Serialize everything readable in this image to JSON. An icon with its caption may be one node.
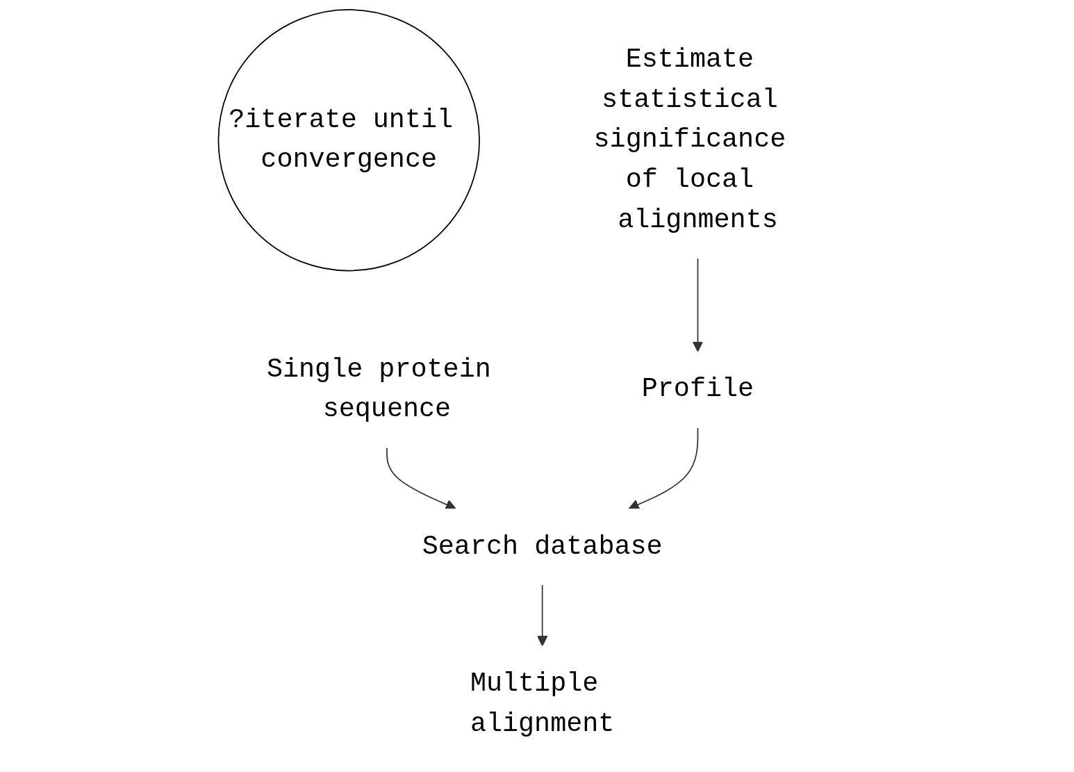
{
  "diagram": {
    "nodes": [
      {
        "text": [
          "Single protein sequence"
        ]
      },
      {
        "text": [
          "Search database"
        ]
      },
      {
        "text": [
          "?iterate until convergence"
        ]
      },
      {
        "text": [
          "Multiple alignment"
        ]
      },
      {
        "text": [
          "Estimate statistical significance of local alignments"
        ]
      },
      {
        "text": [
          "Profile"
        ]
      }
    ],
    "edges": [
      {
        "from": 0,
        "to": 1,
        "arrow": "to"
      },
      {
        "from": 1,
        "to": 3,
        "arrow": "to"
      },
      {
        "from": 4,
        "to": 5,
        "arrow": "to"
      },
      {
        "from": 5,
        "to": 1,
        "arrow": "to"
      }
    ]
  }
}
